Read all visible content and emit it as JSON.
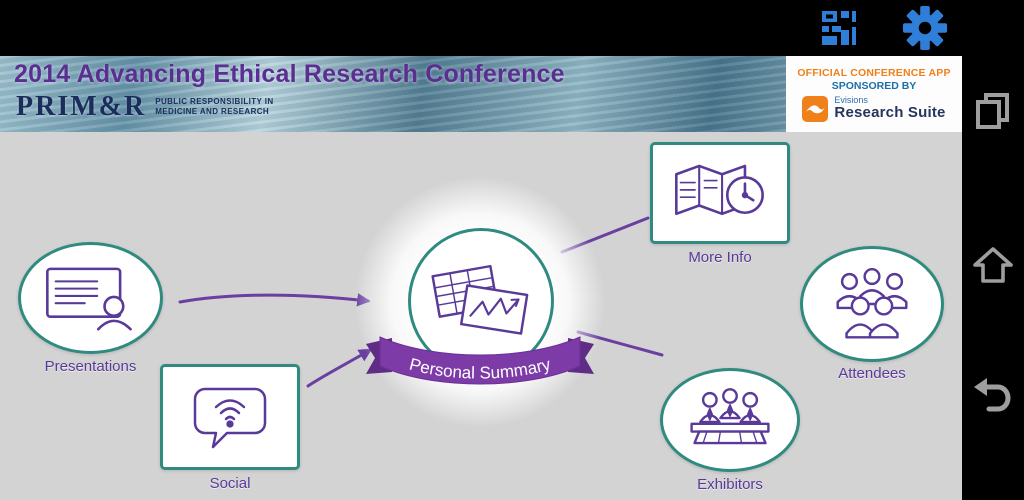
{
  "header": {
    "title": "2014 Advancing Ethical Research Conference",
    "logo": {
      "prim": "PRIM",
      "amp": "&",
      "r": "R",
      "tagline1": "PUBLIC RESPONSIBILITY IN",
      "tagline2": "MEDICINE AND RESEARCH"
    },
    "sponsor": {
      "official": "OFFICIAL CONFERENCE APP",
      "sponsored_by": "SPONSORED BY",
      "brand_small": "Evisions",
      "brand_large": "Research Suite"
    }
  },
  "status_bar": {
    "icons": [
      "qr-scan-icon",
      "settings-gear-icon"
    ]
  },
  "nav_bar": {
    "icons": [
      "recents-icon",
      "home-icon",
      "back-icon"
    ]
  },
  "menu": {
    "center": {
      "label": "Personal Summary",
      "icon": "documents-chart-icon"
    },
    "nodes": [
      {
        "label": "Presentations",
        "icon": "presentation-board-icon"
      },
      {
        "label": "Social",
        "icon": "speech-bubble-wifi-icon"
      },
      {
        "label": "More Info",
        "icon": "map-clock-icon"
      },
      {
        "label": "Attendees",
        "icon": "people-group-icon"
      },
      {
        "label": "Exhibitors",
        "icon": "exhibitors-table-icon"
      }
    ]
  },
  "colors": {
    "accent_purple": "#5a3a99",
    "title_purple": "#5b2f91",
    "teal_border": "#2f8a7f",
    "ribbon_purple": "#7d3ba8",
    "icon_blue": "#2f7fd9",
    "sponsor_orange": "#f08019",
    "sponsor_blue": "#1c6fad",
    "logo_navy": "#1b2d5b",
    "bg_gray": "#d3d3d3"
  }
}
